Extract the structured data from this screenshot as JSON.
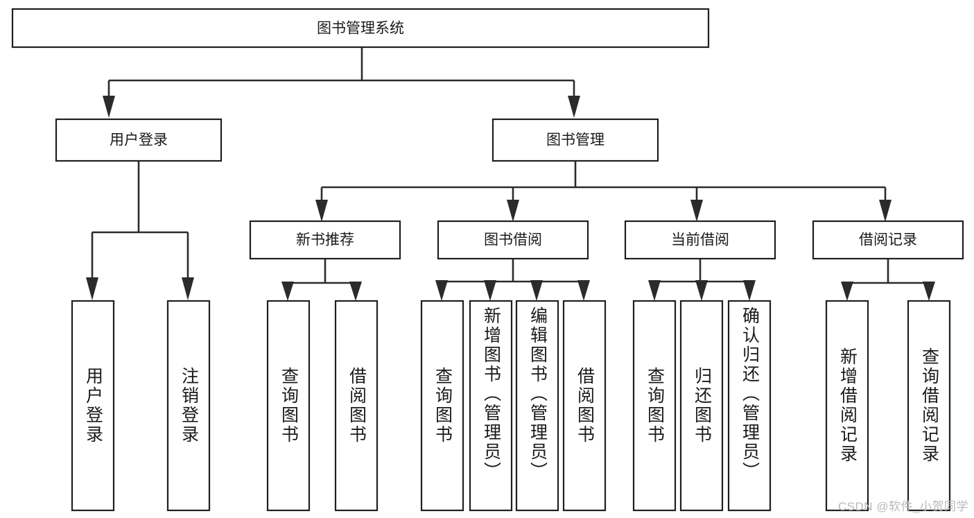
{
  "diagram": {
    "title": "图书管理系统",
    "type": "tree-hierarchy-flowchart",
    "root": {
      "id": "root",
      "label": "图书管理系统"
    },
    "level1": [
      {
        "id": "user-login",
        "label": "用户登录"
      },
      {
        "id": "book-manage",
        "label": "图书管理"
      }
    ],
    "level2": [
      {
        "id": "new-book-rec",
        "label": "新书推荐",
        "parent": "book-manage"
      },
      {
        "id": "book-borrow",
        "label": "图书借阅",
        "parent": "book-manage"
      },
      {
        "id": "current-borrow",
        "label": "当前借阅",
        "parent": "book-manage"
      },
      {
        "id": "borrow-record",
        "label": "借阅记录",
        "parent": "book-manage"
      }
    ],
    "leaves": [
      {
        "id": "leaf-user-login",
        "label": "用户登录",
        "parent": "user-login"
      },
      {
        "id": "leaf-user-logout",
        "label": "注销登录",
        "parent": "user-login"
      },
      {
        "id": "leaf-query-book-1",
        "label": "查询图书",
        "parent": "new-book-rec"
      },
      {
        "id": "leaf-borrow-book-1",
        "label": "借阅图书",
        "parent": "new-book-rec"
      },
      {
        "id": "leaf-query-book-2",
        "label": "查询图书",
        "parent": "book-borrow"
      },
      {
        "id": "leaf-add-book",
        "label": "新增图书（管理员）",
        "parent": "book-borrow"
      },
      {
        "id": "leaf-edit-book",
        "label": "编辑图书（管理员）",
        "parent": "book-borrow"
      },
      {
        "id": "leaf-borrow-book-2",
        "label": "借阅图书",
        "parent": "book-borrow"
      },
      {
        "id": "leaf-query-book-3",
        "label": "查询图书",
        "parent": "current-borrow"
      },
      {
        "id": "leaf-return-book",
        "label": "归还图书",
        "parent": "current-borrow"
      },
      {
        "id": "leaf-confirm-return",
        "label": "确认归还（管理员）",
        "parent": "current-borrow"
      },
      {
        "id": "leaf-add-record",
        "label": "新增借阅记录",
        "parent": "borrow-record"
      },
      {
        "id": "leaf-query-record",
        "label": "查询借阅记录",
        "parent": "borrow-record"
      }
    ],
    "colors": {
      "box_fill": "#ffffff",
      "box_stroke": "#1f1f1f",
      "connector": "#2b2b2b",
      "text": "#1a1a1a",
      "background": "#ffffff",
      "watermark": "#b8b8b8"
    }
  },
  "watermark": {
    "text": "CSDN @软件_小贺同学"
  }
}
